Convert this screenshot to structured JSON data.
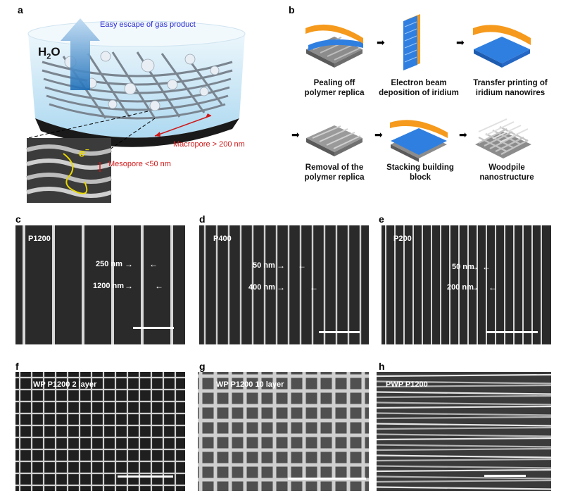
{
  "panels": {
    "a": {
      "letter": "a",
      "escape_text": "Easy escape of gas product",
      "h2o": "H",
      "h2o_sub": "2",
      "h2o_tail": "O",
      "electron": "e",
      "electron_sup": "−",
      "macropore": "Macropore > 200 nm",
      "mesopore": "Mesopore <50 nm"
    },
    "b": {
      "letter": "b",
      "steps": [
        "Pealing off\npolymer replica",
        "Electron beam\ndeposition of iridium",
        "Transfer printing of\niridium nanowires",
        "Removal of the\npolymer replica",
        "Stacking building\nblock",
        "Woodpile\nnanostructure"
      ]
    },
    "c": {
      "letter": "c",
      "label": "P1200",
      "width_label": "250 nm",
      "pitch_label": "1200 nm"
    },
    "d": {
      "letter": "d",
      "label": "P400",
      "width_label": "50 nm",
      "pitch_label": "400 nm"
    },
    "e": {
      "letter": "e",
      "label": "P200",
      "width_label": "50 nm",
      "pitch_label": "200 nm"
    },
    "f": {
      "letter": "f",
      "label": "WP P1200 2 layer"
    },
    "g": {
      "letter": "g",
      "label": "WP P1200 10 layer"
    },
    "h": {
      "letter": "h",
      "label": "PWP P1200"
    }
  },
  "colors": {
    "water_blue": "#bfe3f5",
    "escape_text": "#2a2ad0",
    "annotation_red": "#d01818",
    "polymer_orange": "#f59a1c",
    "iridium_blue": "#2f7fe0",
    "substrate_grey": "#8c8c8c"
  }
}
